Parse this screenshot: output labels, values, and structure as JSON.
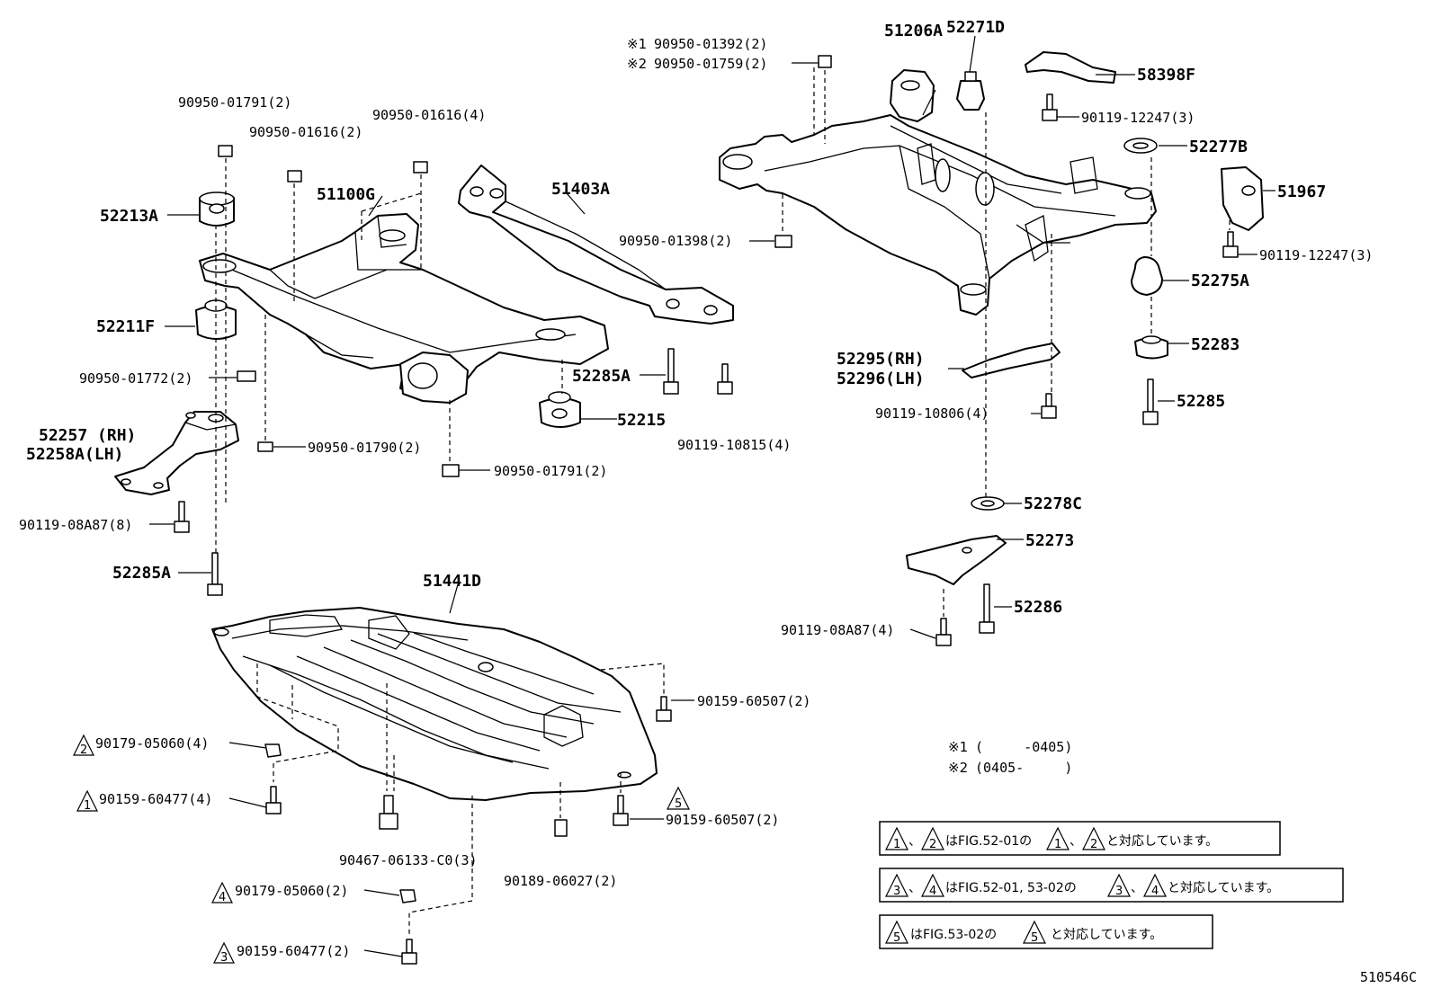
{
  "labels": {
    "a1": "90950-01791(2)",
    "a2": "90950-01616(2)",
    "a3": "90950-01616(4)",
    "a4": "51100G",
    "a5": "51403A",
    "a6": "52213A",
    "a7": "52211F",
    "a8": "90950-01772(2)",
    "a9": "52257 (RH)",
    "a10": "52258A(LH)",
    "a11": "90950-01790(2)",
    "a12": "90950-01791(2)",
    "a13": "90119-08A87(8)",
    "a14": "52285A",
    "a15": "52285A",
    "a16": "52215",
    "a17": "90119-10815(4)",
    "a18": "90950-01398(2)",
    "a19": "51441D",
    "a20": "90159-60507(2)",
    "a21": "90179-05060(4)",
    "a22": "90159-60477(4)",
    "a23": "90467-06133-C0(3)",
    "a24": "90179-05060(2)",
    "a25": "90159-60477(2)",
    "a26": "90189-06027(2)",
    "a27": "90159-60507(2)",
    "b1": "90950-01392(2)",
    "b2": "90950-01759(2)",
    "b3": "51206A",
    "b4": "52271D",
    "b5": "58398F",
    "b6": "90119-12247(3)",
    "b7": "52277B",
    "b8": "51967",
    "b9": "90119-12247(3)",
    "b10": "52275A",
    "b11": "52283",
    "b12": "52285",
    "b13": "52295(RH)",
    "b14": "52296(LH)",
    "b15": "90119-10806(4)",
    "b16": "52278C",
    "b17": "52273",
    "b18": "52286",
    "b19": "90119-08A87(4)"
  },
  "marks": {
    "m1": "※1",
    "m2": "※2"
  },
  "triangles": {
    "t2a": "2",
    "t1a": "1",
    "t4a": "4",
    "t3a": "3",
    "t5a": "5"
  },
  "footnotes": {
    "f1_mark": "※1",
    "f1_text": "(     -0405)",
    "f2_mark": "※2",
    "f2_text": "(0405-     )"
  },
  "notes": {
    "n1_sep1": "、",
    "n1_text": "はFIG.52-01の",
    "n1_sep2": "、",
    "n1_end": "と対応しています。",
    "n1_t1": "1",
    "n1_t2": "2",
    "n1_t3": "1",
    "n1_t4": "2",
    "n2_sep1": "、",
    "n2_text": "はFIG.52-01, 53-02の",
    "n2_sep2": "、",
    "n2_end": "と対応しています。",
    "n2_t1": "3",
    "n2_t2": "4",
    "n2_t3": "3",
    "n2_t4": "4",
    "n3_text": "はFIG.53-02の",
    "n3_end": "と対応しています。",
    "n3_t1": "5",
    "n3_t2": "5"
  },
  "figure_code": "510546C"
}
